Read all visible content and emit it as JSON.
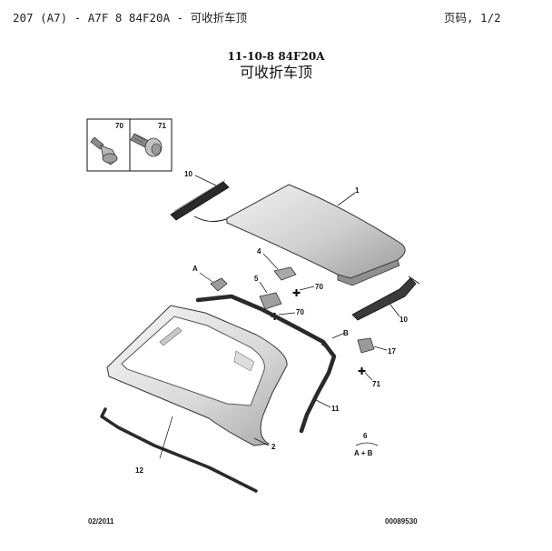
{
  "header": {
    "doc_ref": "207 (A7) - A7F 8 84F20A - 可收折车顶",
    "page": "页码, 1/2"
  },
  "title": {
    "code": "11-10-8 84F20A",
    "name": "可收折车顶"
  },
  "fastener_box": {
    "items": [
      "70",
      "71"
    ]
  },
  "callouts": {
    "roof_panel": "1",
    "roof_frame": "2",
    "hinge_bracket": "4",
    "mount_bracket": "5",
    "clip": "17",
    "seal_front": "10",
    "seal_right": "10",
    "weatherstrip_side": "11",
    "weatherstrip_lower": "12",
    "screw_a": "70",
    "screw_b": "70",
    "screw_c": "71",
    "detail_a": "A",
    "detail_b": "B",
    "assembly": "6",
    "assembly_formula": "A + B"
  },
  "footer": {
    "date": "02/2011",
    "ref": "00089530"
  }
}
